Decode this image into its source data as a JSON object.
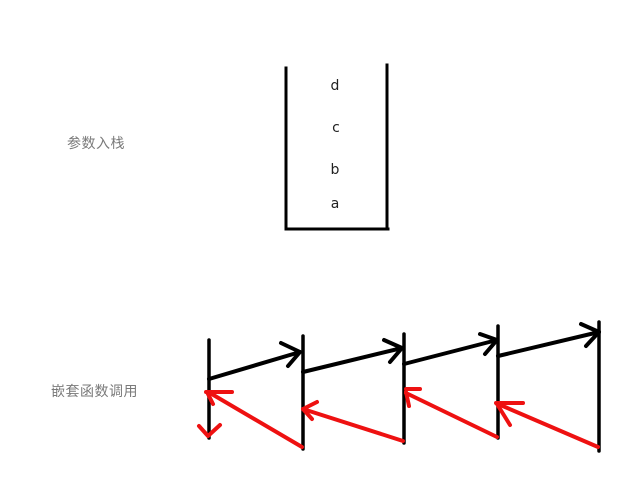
{
  "labels": {
    "stack": "参数入栈",
    "nested_calls": "嵌套函数调用"
  },
  "stack": {
    "items_top_to_bottom": [
      "d",
      "c",
      "b",
      "a"
    ]
  },
  "colors": {
    "background": "#ffffff",
    "label_text": "#7a7a7a",
    "stack_outline": "#000000",
    "call_arrow": "#000000",
    "return_arrow": "#ee1111"
  }
}
